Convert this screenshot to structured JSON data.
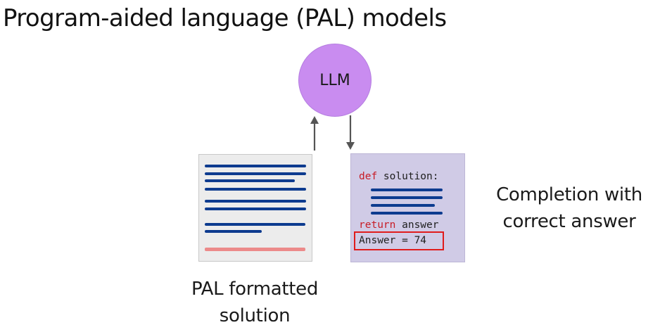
{
  "slide": {
    "title": "Program-aided language (PAL) models"
  },
  "llm": {
    "label": "LLM",
    "color": "#c98cf0"
  },
  "input_doc": {
    "caption_line1": "PAL formatted",
    "caption_line2": "solution",
    "text_line_color": "#0d3b8f",
    "highlight_line_color": "#ec8a8a"
  },
  "completion": {
    "code_keyword_def": "def",
    "code_function": " solution:",
    "code_keyword_return": "return",
    "code_return_value": " answer",
    "answer_text": "Answer = 74",
    "caption_line1": "Completion with",
    "caption_line2": "correct answer",
    "keyword_color": "#c71c26",
    "highlight_box_color": "#e01c1c"
  }
}
